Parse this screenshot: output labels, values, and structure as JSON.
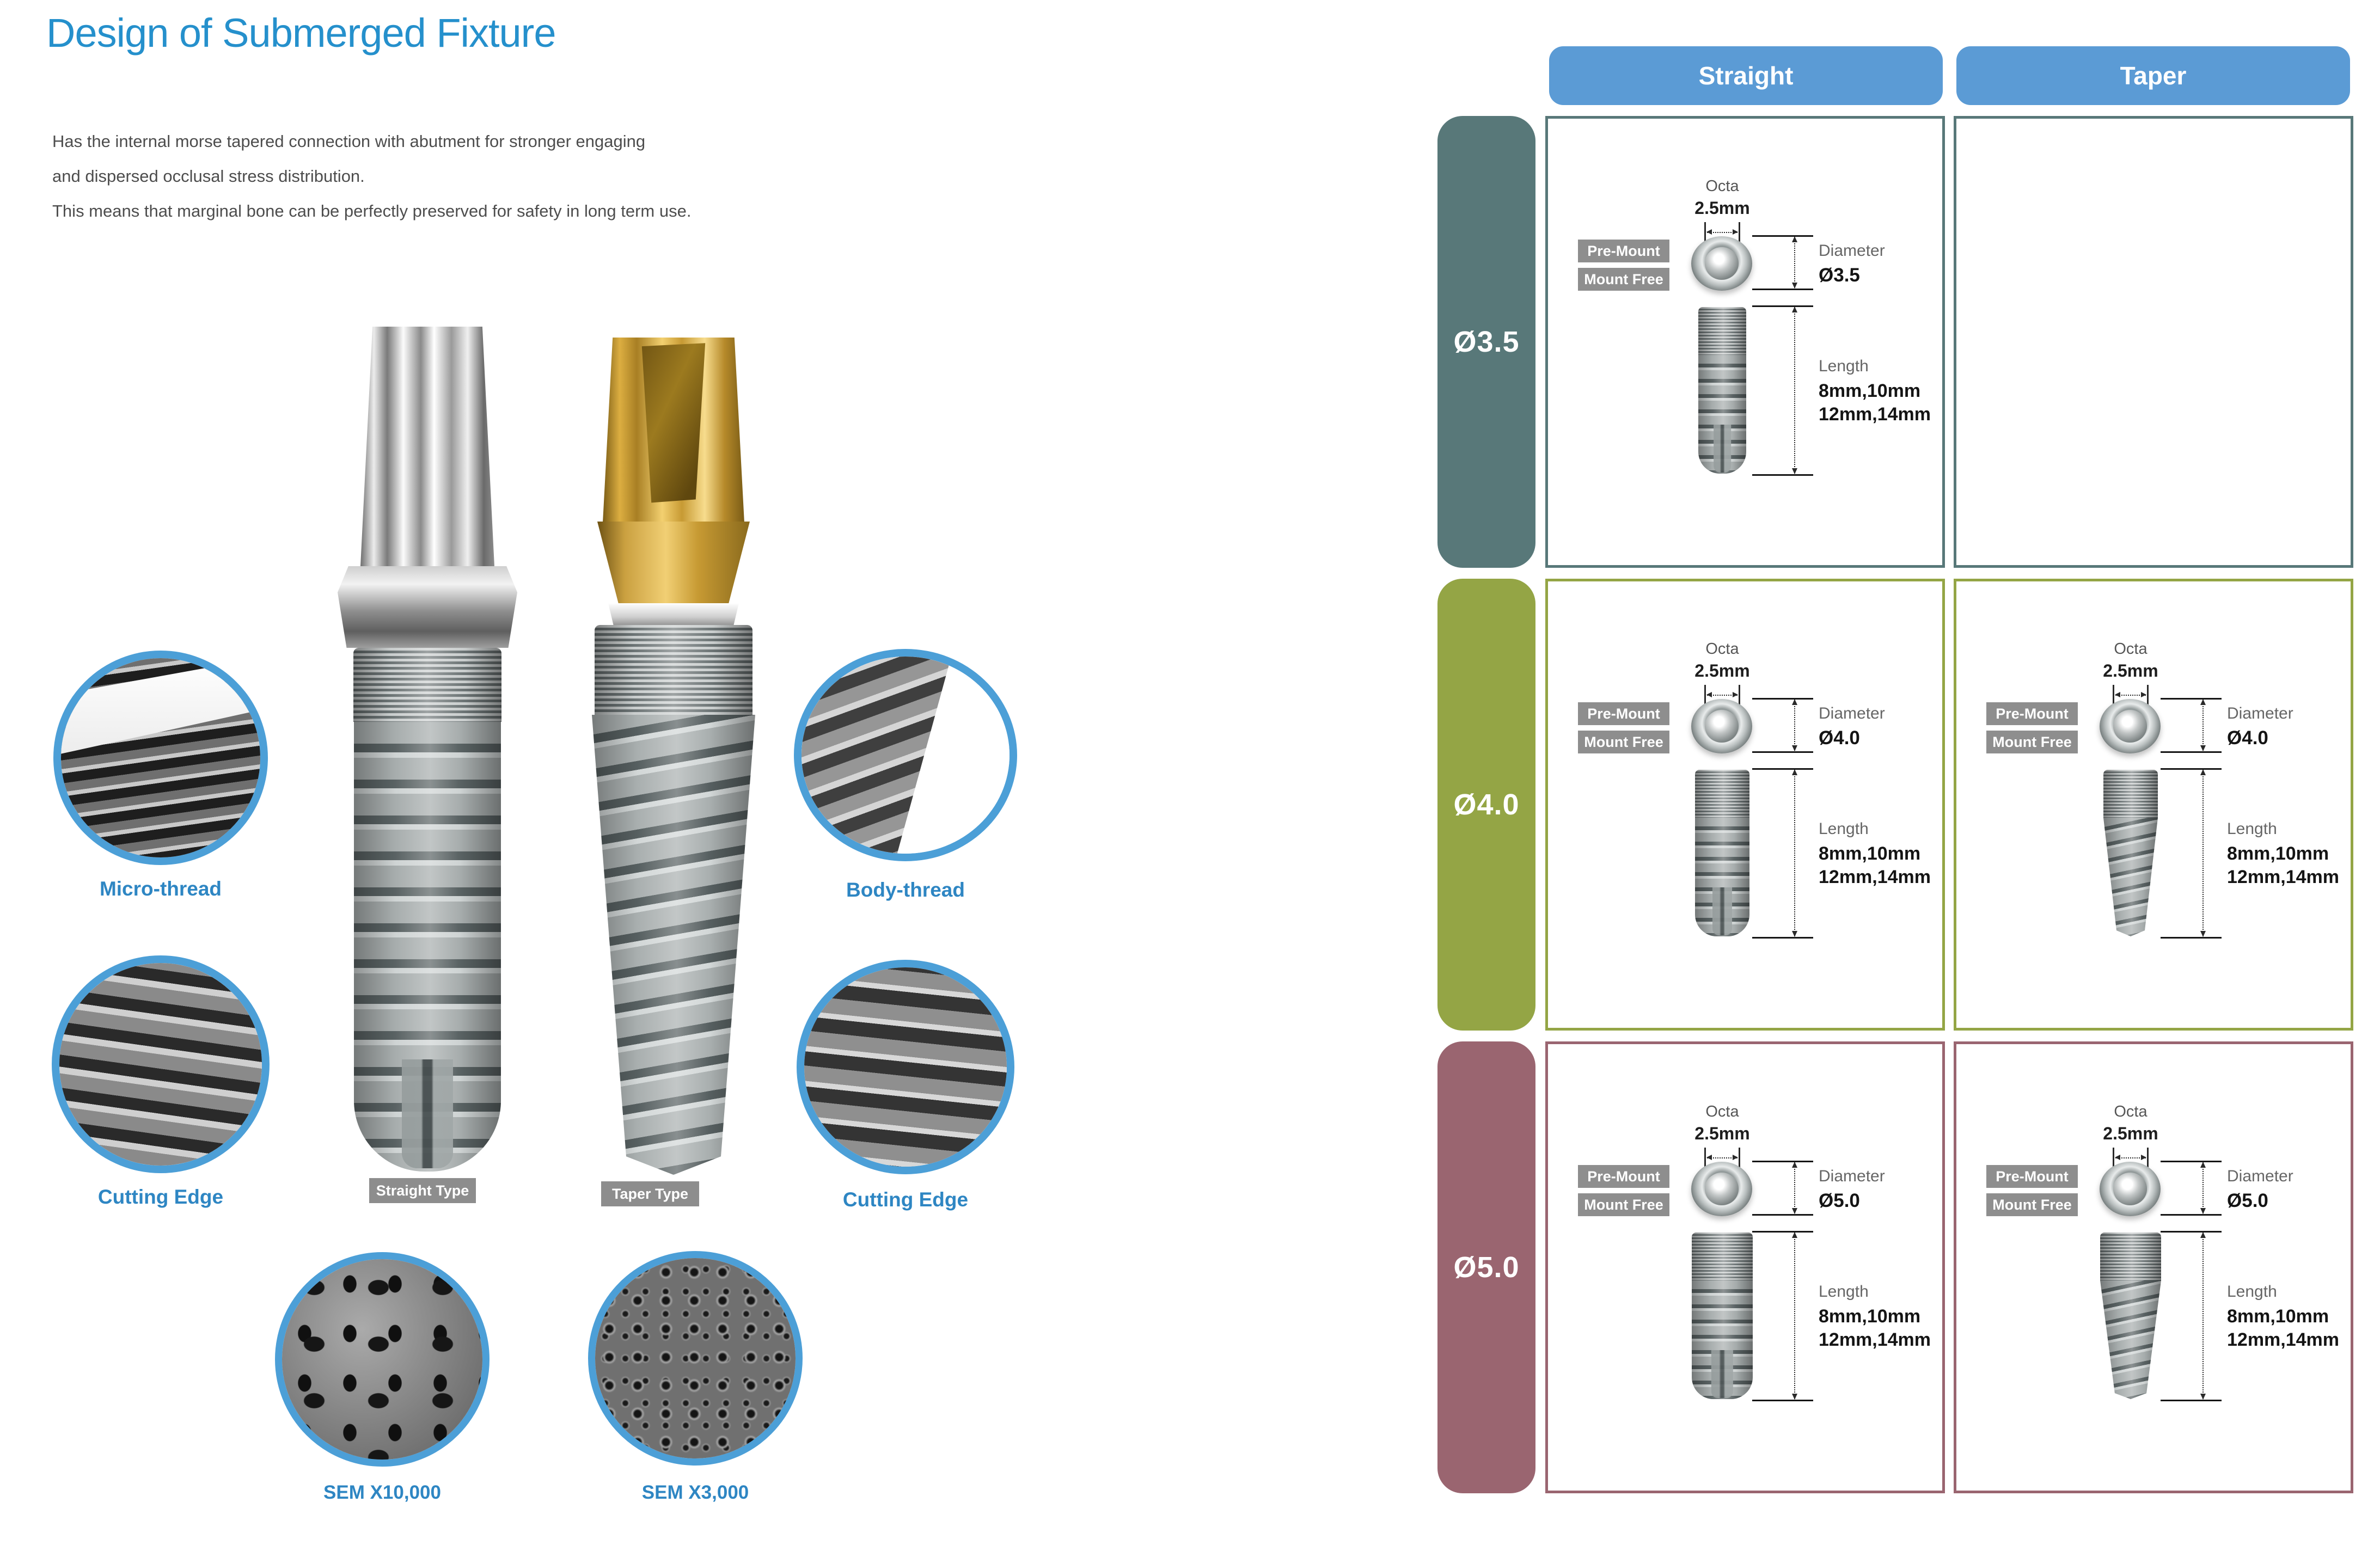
{
  "header": {
    "title": "Design of Submerged Fixture",
    "description_lines": [
      "Has the internal morse tapered connection with abutment for stronger engaging",
      "and dispersed occlusal stress distribution.",
      "This means that marginal bone can be perfectly preserved for safety in long term use."
    ]
  },
  "illustration": {
    "callouts": {
      "micro_thread": "Micro-thread",
      "cutting_edge_left": "Cutting Edge",
      "body_thread": "Body-thread",
      "cutting_edge_right": "Cutting Edge"
    },
    "type_badges": {
      "straight": "Straight Type",
      "taper": "Taper Type"
    },
    "sem_labels": {
      "x10000": "SEM X10,000",
      "x3000": "SEM X3,000"
    }
  },
  "table": {
    "column_headers": {
      "straight": "Straight",
      "taper": "Taper"
    },
    "diagram_common": {
      "octa_label": "Octa",
      "octa_value": "2.5mm",
      "pre_mount": "Pre-Mount",
      "mount_free": "Mount Free",
      "diameter_label": "Diameter",
      "length_label": "Length",
      "length_value_line1": "8mm,10mm",
      "length_value_line2": "12mm,14mm"
    },
    "rows": [
      {
        "label": "Ø3.5",
        "diameter_value": "Ø3.5"
      },
      {
        "label": "Ø4.0",
        "diameter_value": "Ø4.0"
      },
      {
        "label": "Ø5.0",
        "diameter_value": "Ø5.0"
      }
    ]
  },
  "colors": {
    "title_blue": "#2590CC",
    "accent_ring_blue": "#4C9FD7",
    "header_button_blue": "#5B9BD5",
    "row_teal": "#587879",
    "row_olive": "#94A545",
    "row_mauve": "#9A6570",
    "badge_gray": "#8E8E8E"
  }
}
